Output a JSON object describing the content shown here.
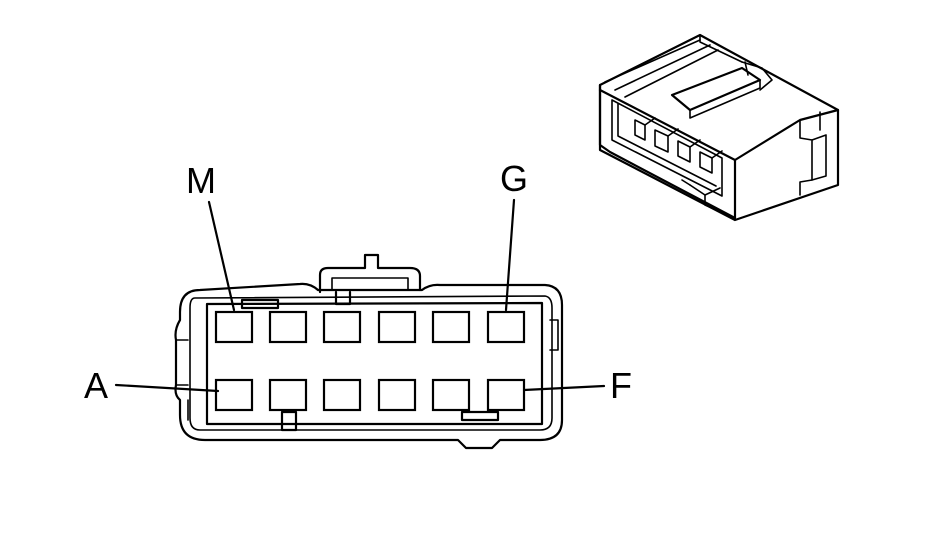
{
  "pin_labels": {
    "top_left": "M",
    "top_right": "G",
    "bottom_left": "A",
    "bottom_right": "F"
  },
  "cavity_rows": 2,
  "cavities_per_row": 6,
  "line_color": "#000000",
  "background_color": "#ffffff"
}
